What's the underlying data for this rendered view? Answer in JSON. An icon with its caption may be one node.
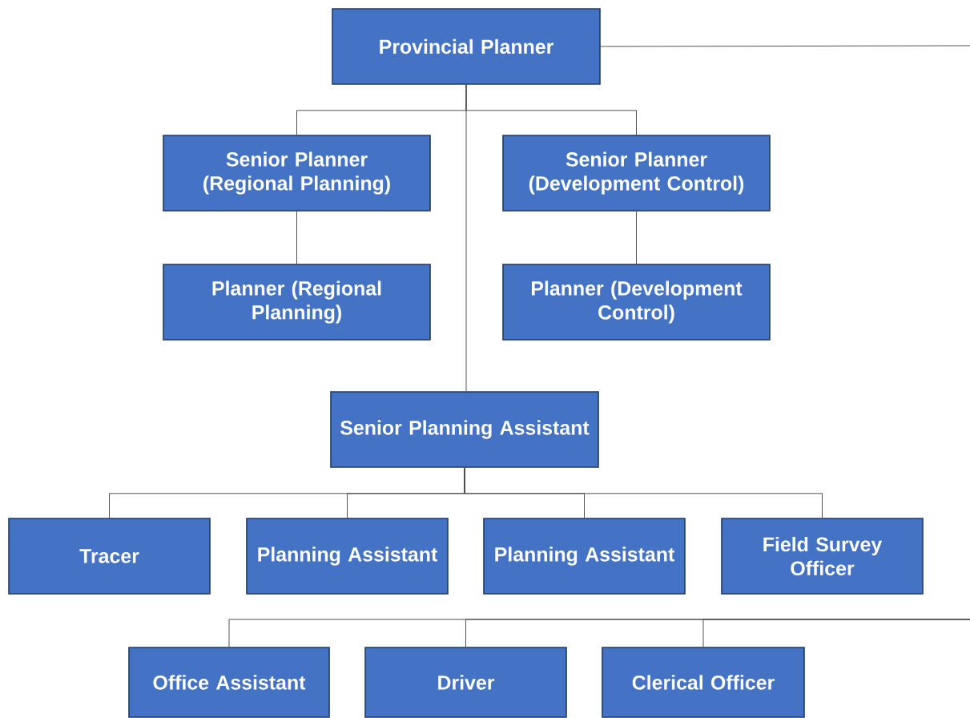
{
  "diagram": {
    "nodes": [
      {
        "text": [
          "Provincial Planner"
        ]
      },
      {
        "text": [
          "Senior Planner (Regional Planning)"
        ]
      },
      {
        "text": [
          "Senior Planner (Development Control)"
        ]
      },
      {
        "text": [
          "Planner (Regional Planning)"
        ]
      },
      {
        "text": [
          "Planner (Development Control)"
        ]
      },
      {
        "text": [
          "Senior Planning Assistant"
        ]
      },
      {
        "text": [
          "Tracer"
        ]
      },
      {
        "text": [
          "Planning Assistant"
        ]
      },
      {
        "text": [
          "Planning Assistant"
        ]
      },
      {
        "text": [
          "Field Survey Officer"
        ]
      },
      {
        "text": [
          "Office Assistant"
        ]
      },
      {
        "text": [
          "Driver"
        ]
      },
      {
        "text": [
          "Clerical Officer"
        ]
      }
    ],
    "edges": [
      {
        "from": 0,
        "to": 1,
        "arrow": "none"
      },
      {
        "from": 0,
        "to": 2,
        "arrow": "none"
      },
      {
        "from": 0,
        "to": 5,
        "arrow": "none"
      },
      {
        "from": 1,
        "to": 3,
        "arrow": "none"
      },
      {
        "from": 2,
        "to": 4,
        "arrow": "none"
      },
      {
        "from": 5,
        "to": 6,
        "arrow": "none"
      },
      {
        "from": 5,
        "to": 7,
        "arrow": "none"
      },
      {
        "from": 5,
        "to": 8,
        "arrow": "none"
      },
      {
        "from": 5,
        "to": 9,
        "arrow": "none"
      },
      {
        "from": 0,
        "to": null,
        "arrow": "none"
      },
      {
        "from": null,
        "to": 10,
        "arrow": "none"
      },
      {
        "from": null,
        "to": 11,
        "arrow": "none"
      },
      {
        "from": null,
        "to": 12,
        "arrow": "none"
      }
    ]
  }
}
